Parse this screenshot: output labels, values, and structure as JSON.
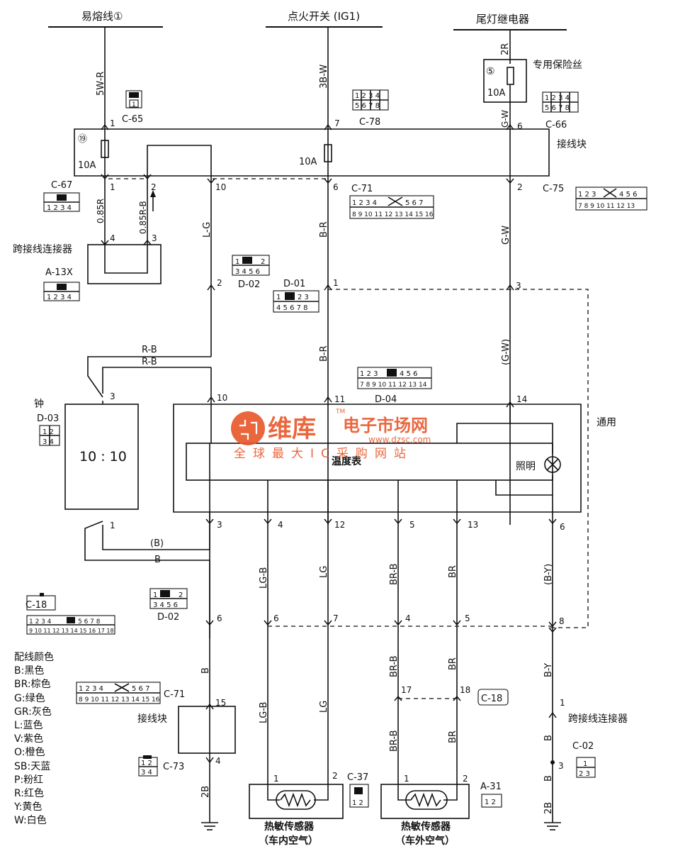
{
  "top_labels": {
    "fusible_link": "易熔线①",
    "ignition": "点火开关 (IG1)",
    "tail_relay": "尾灯继电器"
  },
  "fuses": {
    "left_num": "⑲",
    "left_amp": "10A",
    "mid_amp": "10A",
    "top_num": "⑤",
    "top_amp": "10A",
    "top_name": "专用保险丝"
  },
  "junction_block_top": "接线块",
  "junction_block_bottom": "接线块",
  "jumper_top": "跨接线连接器",
  "jumper_bottom": "跨接线连接器",
  "clock": {
    "name": "钟",
    "display": "10 : 10"
  },
  "gauge": {
    "name": "温度表",
    "light": "照明",
    "common": "通用"
  },
  "sensors": {
    "inside": "热敏传感器",
    "inside_sub": "（车内空气）",
    "outside": "热敏传感器",
    "outside_sub": "（车外空气）"
  },
  "connectors": {
    "c65": "C-65",
    "c78": "C-78",
    "c66": "C-66",
    "c67": "C-67",
    "c71": "C-71",
    "c75": "C-75",
    "a13x": "A-13X",
    "d02a": "D-02",
    "d01": "D-01",
    "d04": "D-04",
    "d03": "D-03",
    "c18": "C-18",
    "d02b": "D-02",
    "c71b": "C-71",
    "c73": "C-73",
    "c37": "C-37",
    "a31": "A-31",
    "c02": "C-02",
    "c18b": "C-18"
  },
  "wires": {
    "w5wr": "5W-R",
    "w3bw": "3B-W",
    "w2r": "2R",
    "wgw_top": "G-W",
    "w085r": "0.85R",
    "w085rb": "0.85R-B",
    "wlg": "L-G",
    "wbr1": "B-R",
    "wgw": "G-W",
    "wrb1": "R-B",
    "wrb2": "R-B",
    "wbr2": "B-R",
    "wgw2": "(G-W)",
    "wb1": "(B)",
    "wb2": "B",
    "wlgb": "LG-B",
    "wlg2": "LG",
    "wbrb": "BR-B",
    "wbr": "BR",
    "wby": "(B-Y)",
    "wb3": "B",
    "w2b1": "2B",
    "wlgb2": "LG-B",
    "wlg3": "LG",
    "wbrb2": "BR-B",
    "wbr3": "BR",
    "wbrb3": "BR-B",
    "wbr4": "BR",
    "wby2": "B-Y",
    "wb4": "B",
    "wb5": "B",
    "w2b2": "2B"
  },
  "pins": {
    "p1a": "1",
    "p7a": "7",
    "p6a": "6",
    "p1b": "1",
    "p2b": "2",
    "p10a": "10",
    "p6b": "6",
    "p2c": "2",
    "p4a": "4",
    "p3a": "3",
    "p2d": "2",
    "p1c": "1",
    "p3b": "3",
    "p3c": "3",
    "p10b": "10",
    "p11": "11",
    "p14": "14",
    "p1d": "1",
    "p3d": "3",
    "p4b": "4",
    "p12": "12",
    "p5a": "5",
    "p13": "13",
    "p6c": "6",
    "p6d": "6",
    "p6e": "6",
    "p7b": "7",
    "p4c": "4",
    "p5b": "5",
    "p8": "8",
    "p15": "15",
    "p4d": "4",
    "p17": "17",
    "p18": "18",
    "p1e": "1",
    "p3e": "3",
    "p1f": "1",
    "p2e": "2",
    "p1g": "1",
    "p2f": "2"
  },
  "legend": {
    "title": "配线颜色",
    "items": [
      "B:黑色",
      "BR:棕色",
      "G:绿色",
      "GR:灰色",
      "L:蓝色",
      "V:紫色",
      "O:橙色",
      "SB:天蓝",
      "P:粉红",
      "R:红色",
      "Y:黄色",
      "W:白色"
    ]
  },
  "watermark": {
    "brand": "维库",
    "site_cn": "电子市场网",
    "url": "www.dzsc.com",
    "tm": "TM",
    "slogan": "全球最大IC采购网站"
  }
}
